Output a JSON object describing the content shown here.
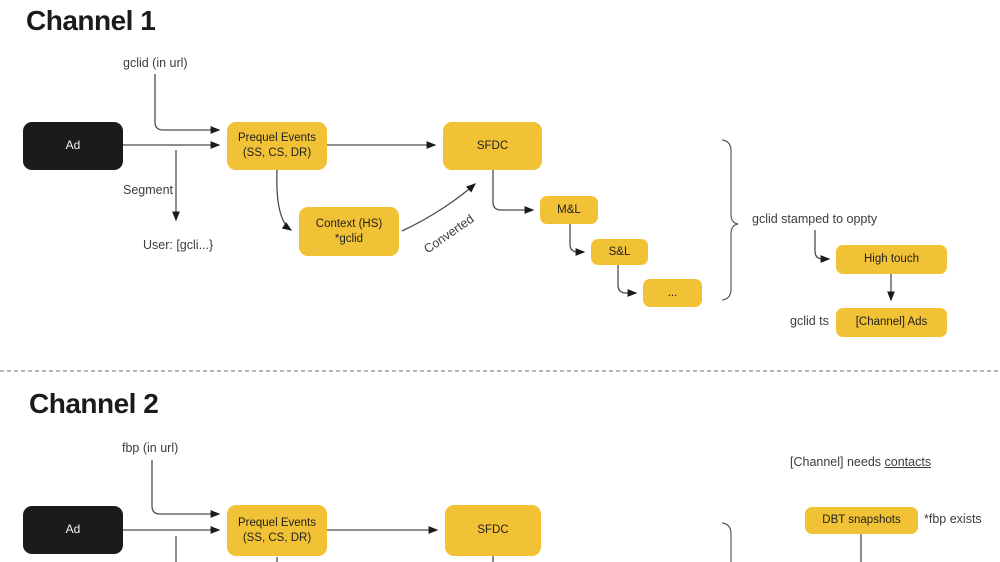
{
  "colors": {
    "node_yellow": "#F2C236",
    "node_black": "#1B1B1B",
    "connector": "#4D4D4D",
    "divider": "#9E9E9E",
    "text": "#3C3C3C"
  },
  "channel1": {
    "title": "Channel 1",
    "labels": {
      "gclid_url": "gclid (in url)",
      "segment": "Segment",
      "user": "User: [gcli...}",
      "converted": "Converted",
      "gclid_stamped": "gclid stamped to oppty",
      "gclid_ts": "gclid ts"
    },
    "nodes": {
      "ad": "Ad",
      "prequel_line1": "Prequel Events",
      "prequel_line2": "(SS, CS, DR)",
      "sfdc": "SFDC",
      "context_line1": "Context (HS)",
      "context_line2": "*gclid",
      "ml": "M&L",
      "sl": "S&L",
      "dots": "...",
      "high_touch": "High touch",
      "channel_ads": "[Channel] Ads"
    }
  },
  "channel2": {
    "title": "Channel 2",
    "labels": {
      "fbp_url": "fbp (in url)",
      "needs_prefix": "[Channel] needs ",
      "needs_underlined": "contacts",
      "fbp_exists": "*fbp exists"
    },
    "nodes": {
      "ad": "Ad",
      "prequel_line1": "Prequel Events",
      "prequel_line2": "(SS, CS, DR)",
      "sfdc": "SFDC",
      "dbt": "DBT snapshots"
    }
  }
}
